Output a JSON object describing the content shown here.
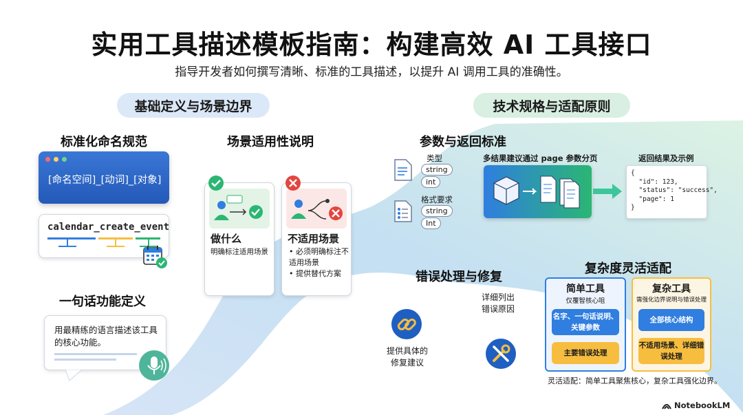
{
  "header": {
    "title": "实用工具描述模板指南：构建高效 AI 工具接口",
    "subtitle": "指导开发者如何撰写清晰、标准的工具描述，以提升 AI 调用工具的准确性。"
  },
  "left_section": {
    "pill": "基础定义与场景边界",
    "naming": {
      "heading": "标准化命名规范",
      "template": "[命名空间]_[动词]_[对象]",
      "example": "calendar_create_event"
    },
    "scenario": {
      "heading": "场景适用性说明",
      "do_title": "做什么",
      "do_desc": "明确标注适用场景",
      "dont_title": "不适用场景",
      "dont_bullets": [
        "• 必须明确标注不适用场景",
        "• 提供替代方案"
      ]
    },
    "oneline": {
      "heading": "一句话功能定义",
      "text": "用最精练的语言描述该工具的核心功能。"
    }
  },
  "right_section": {
    "pill": "技术规格与适配原则",
    "params": {
      "heading": "参数与返回标准",
      "type_label": "类型",
      "type_chips": [
        "string",
        "int"
      ],
      "format_label": "格式要求",
      "format_chips": [
        "string",
        "Int"
      ],
      "paging_note": "多结果建议通过 page 参数分页",
      "return_label": "返回结果及示例",
      "return_code": "{\n  \"id\": 123,\n  \"status\": \"success\",\n  \"page\": 1\n}"
    },
    "error": {
      "heading": "错误处理与修复",
      "detail": "详细列出\n错误原因",
      "fix": "提供具体的\n修复建议"
    },
    "complexity": {
      "heading": "复杂度灵活适配",
      "simple_title": "简单工具",
      "simple_sub": "仅覆智核心咀",
      "simple_btn1": "名字、一句话说明、关键参数",
      "simple_btn2": "主要错误处理",
      "complex_title": "复杂工具",
      "complex_sub": "需强化边界说明与错误处理",
      "complex_btn1": "全部核心结构",
      "complex_btn2": "不适用场景、详细错误处理",
      "note": "灵活适配：简单工具聚焦核心，复杂工具强化边界。"
    }
  },
  "footer": {
    "brand": "NotebookLM"
  },
  "colors": {
    "blue": "#2f7ee0",
    "yellow": "#f7bd3f",
    "green": "#2bb673",
    "red": "#e2463f",
    "pill_left": "#dbe8f8",
    "pill_right": "#d8efe2"
  }
}
